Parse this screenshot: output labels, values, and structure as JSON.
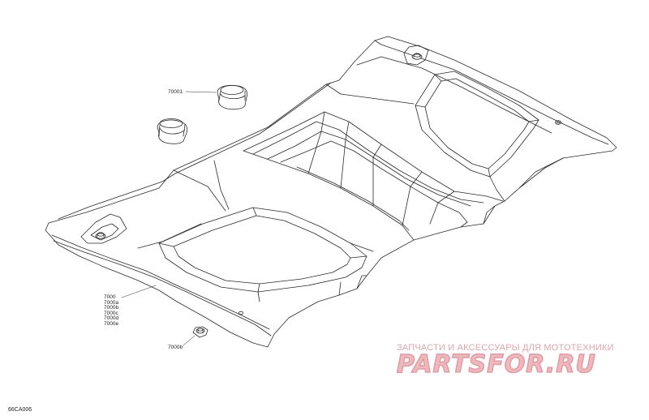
{
  "labels": {
    "clamps": "70001",
    "main_parts": [
      "7000",
      "7000a",
      "7000b",
      "7000c",
      "7000d",
      "7000e"
    ],
    "fastener": "7000b"
  },
  "watermark": {
    "tagline": "ЗАПЧАСТИ И АКСЕССУАРЫ ДЛЯ МОТОТЕХНИКИ",
    "logo": "PARTSFOR.RU",
    "colors": {
      "text": "#e0a4a9",
      "logo_fill": "#eeb9bd",
      "logo_stroke": "#e39aa1"
    }
  },
  "illustration_code": "66CA006"
}
